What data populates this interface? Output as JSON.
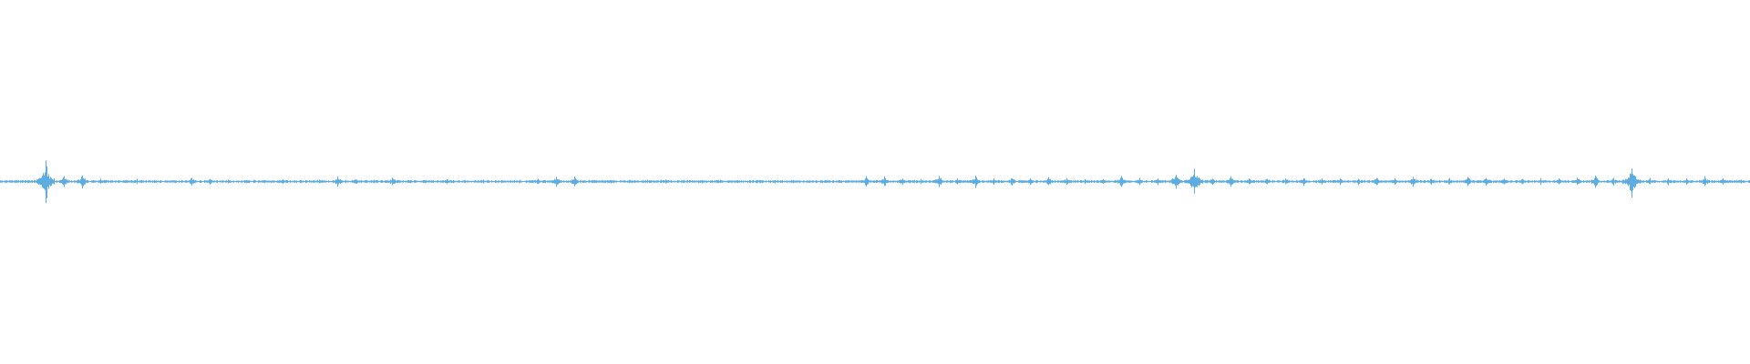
{
  "waveform": {
    "color": "#5dade2",
    "background": "#ffffff",
    "peak_envelope_percent_full_scale": [
      0.25,
      0.5,
      12.5,
      3,
      4,
      1.5,
      1,
      1.5,
      0.5,
      0.5,
      2.5,
      2,
      1,
      1,
      1,
      1.5,
      1,
      1,
      3,
      1.5,
      1,
      2.5,
      1,
      0.5,
      1.5,
      1,
      1,
      1,
      1,
      1.5,
      3,
      3,
      1,
      1,
      1,
      1,
      1.5,
      1,
      1,
      1,
      0.5,
      1,
      1,
      1,
      0.5,
      0.25,
      1,
      3,
      3,
      2,
      1.5,
      4,
      2,
      4,
      2,
      2.5,
      2,
      2.5,
      2,
      1.5,
      1.5,
      3.5,
      2,
      2,
      5,
      9,
      2,
      3,
      2,
      2,
      2,
      2.5,
      2,
      2,
      2,
      2.5,
      2,
      3,
      2,
      2,
      3,
      2.5,
      2,
      2,
      2,
      2,
      2.5,
      3.5,
      2.5,
      10,
      2,
      2,
      2,
      3,
      2,
      1.5
    ]
  }
}
